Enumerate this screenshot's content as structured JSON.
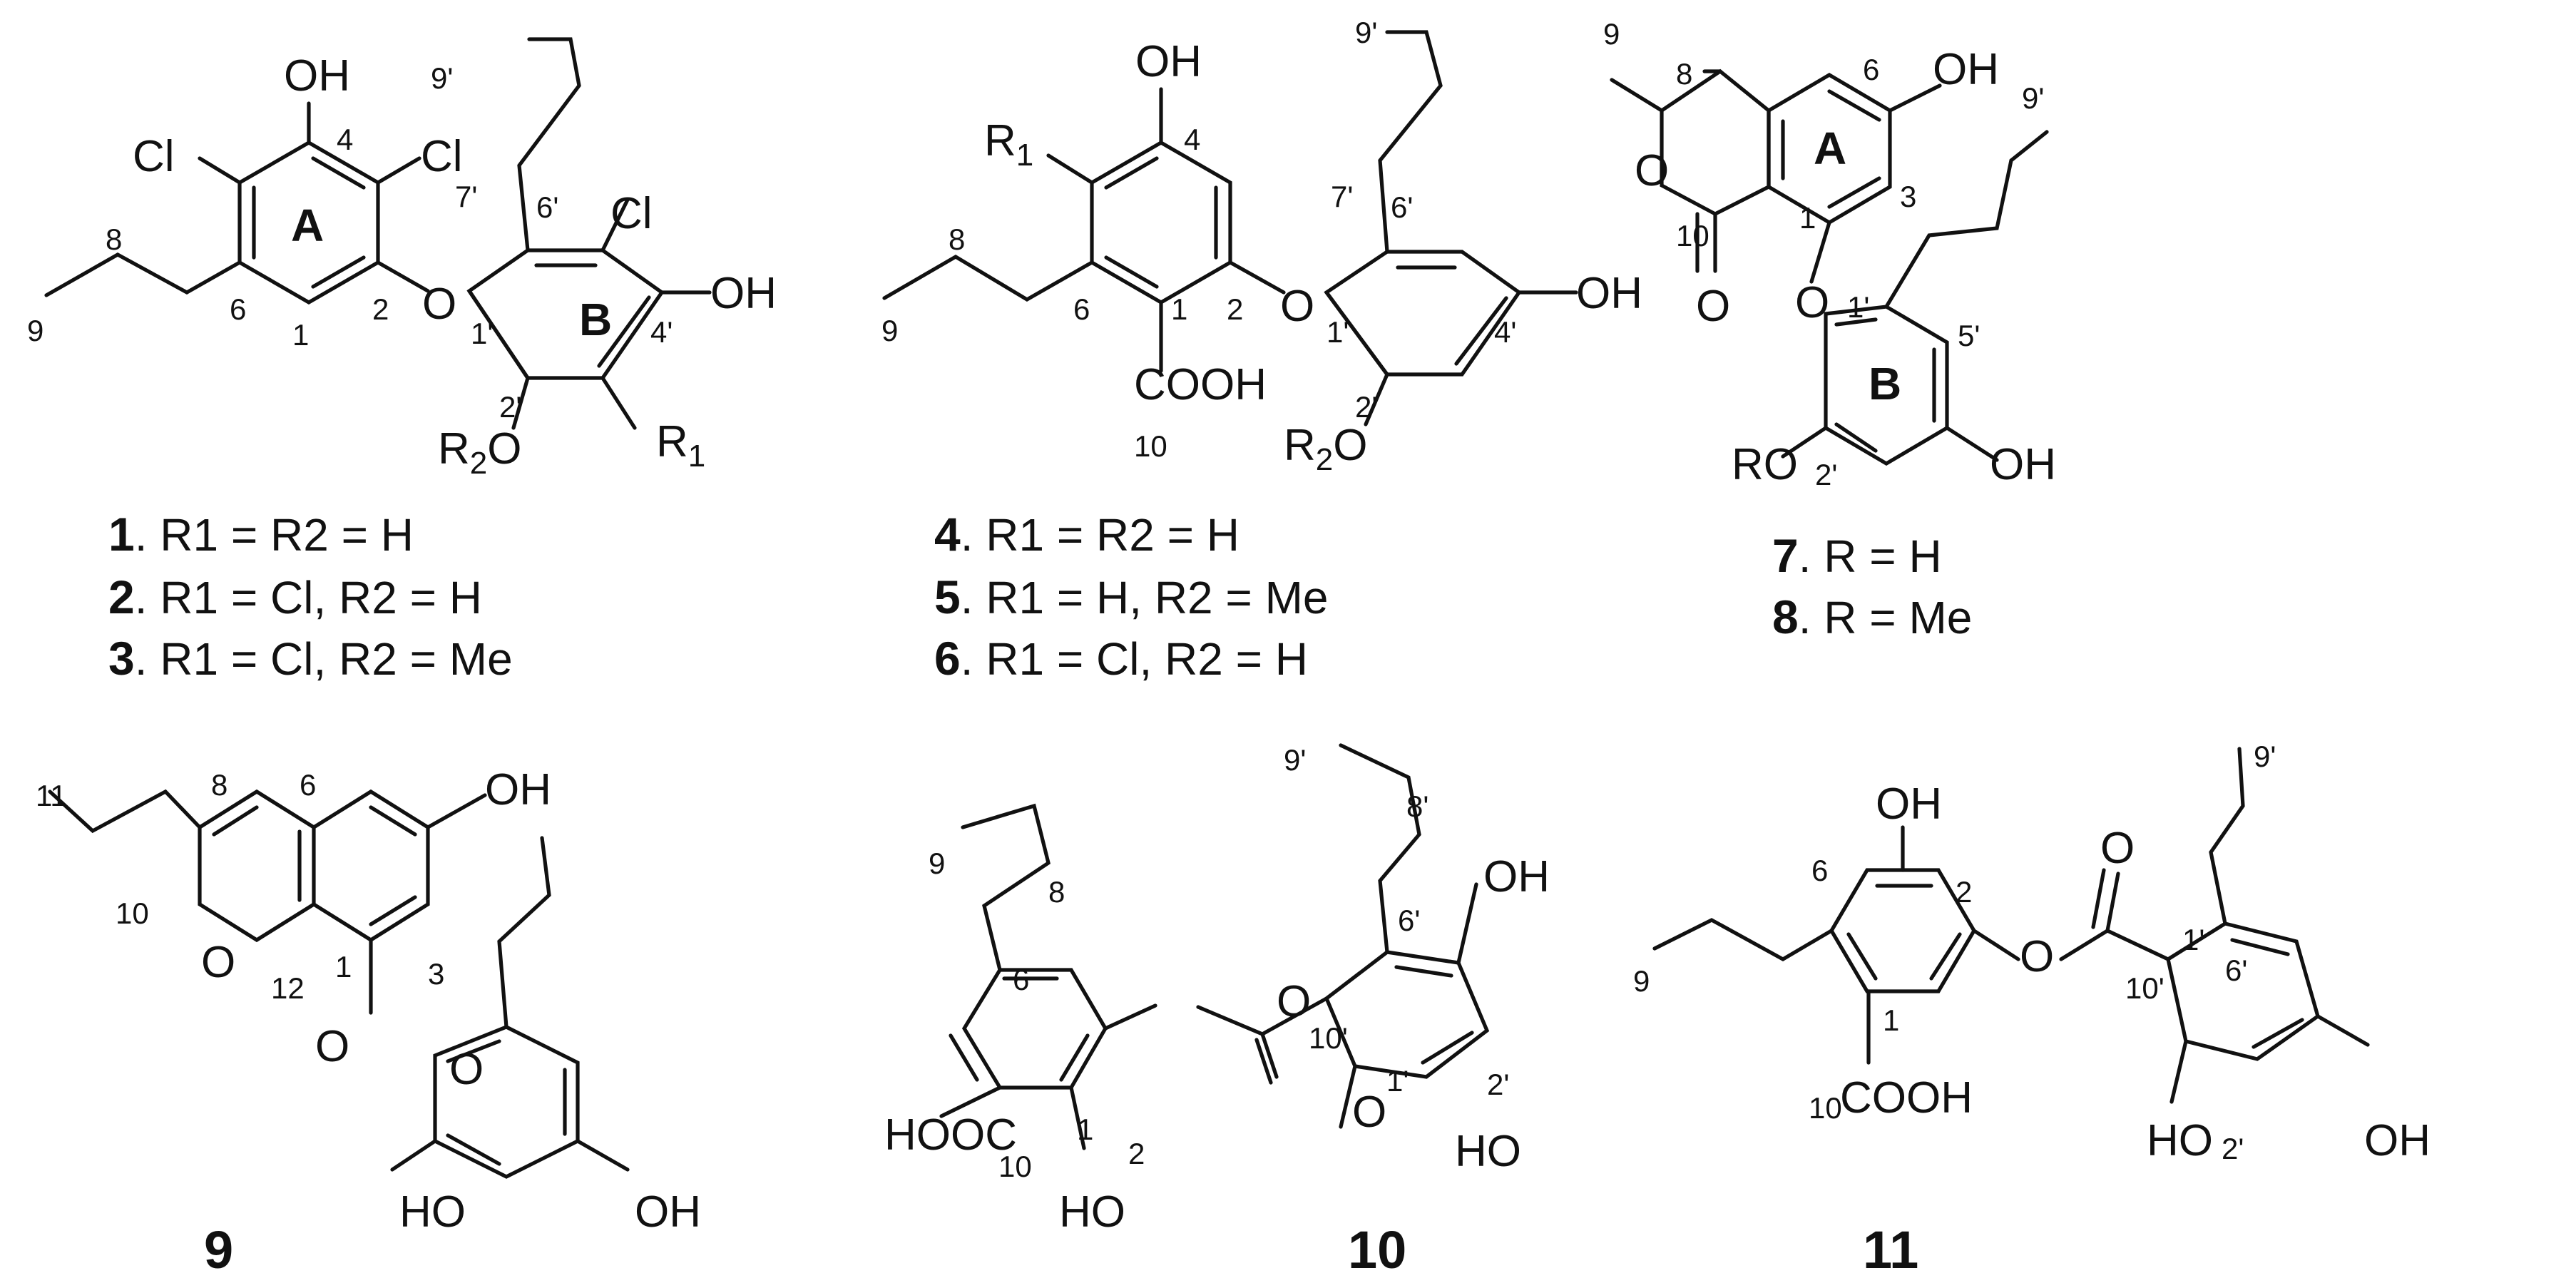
{
  "compounds": {
    "c1": {
      "id": "1",
      "caption": ". R1 = R2 = H"
    },
    "c2": {
      "id": "2",
      "caption": ". R1 = Cl, R2 = H"
    },
    "c3": {
      "id": "3",
      "caption": ". R1 = Cl, R2 = Me"
    },
    "c4": {
      "id": "4",
      "caption": ". R1 = R2 = H"
    },
    "c5": {
      "id": "5",
      "caption": ". R1 = H, R2 = Me"
    },
    "c6": {
      "id": "6",
      "caption": ". R1 = Cl, R2 = H"
    },
    "c7": {
      "id": "7",
      "caption": ". R = H"
    },
    "c8": {
      "id": "8",
      "caption": ". R = Me"
    },
    "c9": {
      "id": "9"
    },
    "c10": {
      "id": "10"
    },
    "c11": {
      "id": "11"
    }
  },
  "labels": {
    "OH": "OH",
    "HO": "HO",
    "Cl": "Cl",
    "O": "O",
    "RO": "RO",
    "COOH": "COOH",
    "HOOC": "HOOC",
    "R": "R",
    "sub1": "1",
    "sub2": "2",
    "ringA": "A",
    "ringB": "B"
  },
  "numbering": {
    "n1": "1",
    "n2": "2",
    "n3": "3",
    "n4": "4",
    "n6": "6",
    "n8": "8",
    "n9": "9",
    "n10": "10",
    "n11": "11",
    "n12": "12",
    "p1": "1'",
    "p2": "2'",
    "p4": "4'",
    "p5": "5'",
    "p6": "6'",
    "p7": "7'",
    "p8": "8'",
    "p9": "9'",
    "p10": "10'"
  }
}
